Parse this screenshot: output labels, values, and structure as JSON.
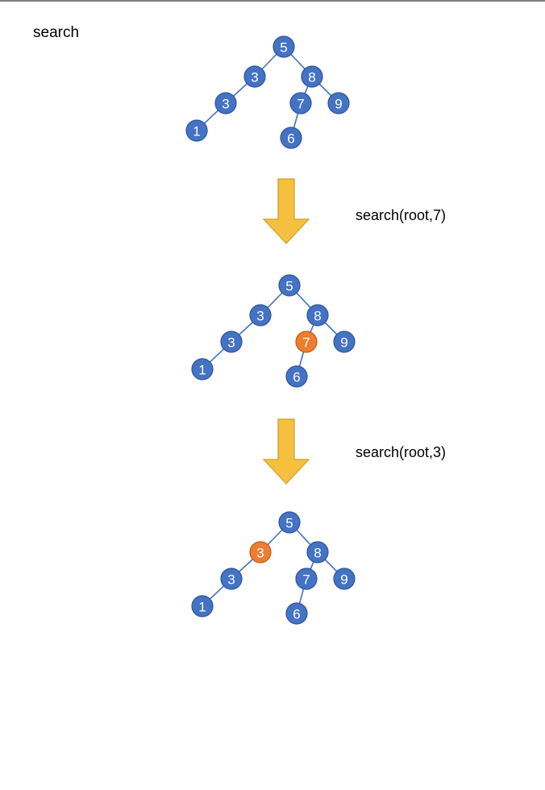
{
  "title": "search",
  "colors": {
    "node_fill": "#4472c4",
    "node_stroke": "#2f5597",
    "highlight_fill": "#ed7d31",
    "highlight_stroke": "#c55a11",
    "edge": "#4472c4",
    "arrow_fill": "#f4c03e",
    "arrow_stroke": "#c9a227"
  },
  "tree": {
    "nodes": [
      {
        "id": "n5",
        "label": "5"
      },
      {
        "id": "n3a",
        "label": "3"
      },
      {
        "id": "n8",
        "label": "8"
      },
      {
        "id": "n3b",
        "label": "3"
      },
      {
        "id": "n7",
        "label": "7"
      },
      {
        "id": "n9",
        "label": "9"
      },
      {
        "id": "n1",
        "label": "1"
      },
      {
        "id": "n6",
        "label": "6"
      }
    ],
    "edges": [
      [
        "n5",
        "n3a"
      ],
      [
        "n5",
        "n8"
      ],
      [
        "n3a",
        "n3b"
      ],
      [
        "n3b",
        "n1"
      ],
      [
        "n8",
        "n7"
      ],
      [
        "n8",
        "n9"
      ],
      [
        "n7",
        "n6"
      ]
    ]
  },
  "steps": [
    {
      "label": "",
      "highlight": null
    },
    {
      "label": "search(root,7)",
      "highlight": "n7"
    },
    {
      "label": "search(root,3)",
      "highlight": "n3a"
    }
  ]
}
